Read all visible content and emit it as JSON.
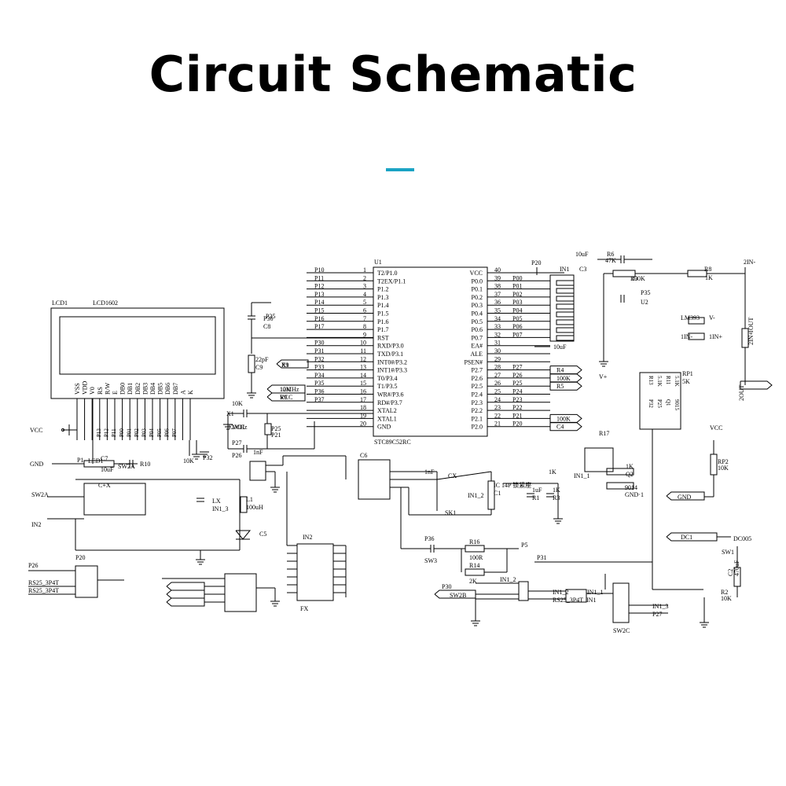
{
  "title": "Circuit Schematic",
  "accent_color": "#1aa3c4",
  "mcu": {
    "ref": "U1",
    "part": "STC89C52RC",
    "left_pins": [
      {
        "num": "1",
        "name": "T2/P1.0",
        "net": "P10"
      },
      {
        "num": "2",
        "name": "T2EX/P1.1",
        "net": "P11"
      },
      {
        "num": "3",
        "name": "P1.2",
        "net": "P12"
      },
      {
        "num": "4",
        "name": "P1.3",
        "net": "P13"
      },
      {
        "num": "5",
        "name": "P1.4",
        "net": "P14"
      },
      {
        "num": "6",
        "name": "P1.5",
        "net": "P15"
      },
      {
        "num": "7",
        "name": "P1.6",
        "net": "P16"
      },
      {
        "num": "8",
        "name": "P1.7",
        "net": "P17"
      },
      {
        "num": "9",
        "name": "RST",
        "net": ""
      },
      {
        "num": "10",
        "name": "RXD/P3.0",
        "net": "P30"
      },
      {
        "num": "11",
        "name": "TXD/P3.1",
        "net": "P31"
      },
      {
        "num": "12",
        "name": "INT0#/P3.2",
        "net": "P32"
      },
      {
        "num": "13",
        "name": "INT1#/P3.3",
        "net": "P33"
      },
      {
        "num": "14",
        "name": "T0/P3.4",
        "net": "P34"
      },
      {
        "num": "15",
        "name": "T1/P3.5",
        "net": "P35"
      },
      {
        "num": "16",
        "name": "WR#/P3.6",
        "net": "P36"
      },
      {
        "num": "17",
        "name": "RD#/P3.7",
        "net": "P37"
      },
      {
        "num": "18",
        "name": "XTAL2",
        "net": ""
      },
      {
        "num": "19",
        "name": "XTAL1",
        "net": ""
      },
      {
        "num": "20",
        "name": "GND",
        "net": ""
      }
    ],
    "right_pins": [
      {
        "num": "40",
        "name": "VCC",
        "net": ""
      },
      {
        "num": "39",
        "name": "P0.0",
        "net": "P00"
      },
      {
        "num": "38",
        "name": "P0.1",
        "net": "P01"
      },
      {
        "num": "37",
        "name": "P0.2",
        "net": "P02"
      },
      {
        "num": "36",
        "name": "P0.3",
        "net": "P03"
      },
      {
        "num": "35",
        "name": "P0.4",
        "net": "P04"
      },
      {
        "num": "34",
        "name": "P0.5",
        "net": "P05"
      },
      {
        "num": "33",
        "name": "P0.6",
        "net": "P06"
      },
      {
        "num": "32",
        "name": "P0.7",
        "net": "P07"
      },
      {
        "num": "31",
        "name": "EA#",
        "net": ""
      },
      {
        "num": "30",
        "name": "ALE",
        "net": ""
      },
      {
        "num": "29",
        "name": "PSEN#",
        "net": ""
      },
      {
        "num": "28",
        "name": "P2.7",
        "net": "P27"
      },
      {
        "num": "27",
        "name": "P2.6",
        "net": "P26"
      },
      {
        "num": "26",
        "name": "P2.5",
        "net": "P25"
      },
      {
        "num": "25",
        "name": "P2.4",
        "net": "P24"
      },
      {
        "num": "24",
        "name": "P2.3",
        "net": "P23"
      },
      {
        "num": "23",
        "name": "P2.2",
        "net": "P22"
      },
      {
        "num": "22",
        "name": "P2.1",
        "net": "P21"
      },
      {
        "num": "21",
        "name": "P2.0",
        "net": "P20"
      }
    ]
  },
  "lcd": {
    "ref": "LCD1",
    "part": "LCD1602",
    "pins": [
      "VSS",
      "VDD",
      "V0",
      "RS",
      "R/W",
      "E",
      "DB0",
      "DB1",
      "DB2",
      "DB3",
      "DB4",
      "DB5",
      "DB6",
      "DB7",
      "A",
      "K"
    ],
    "nets": [
      "P13",
      "P12",
      "P11",
      "P00",
      "P01",
      "P02",
      "P03",
      "P04",
      "P05",
      "P06",
      "P07"
    ]
  },
  "labels": [
    "VCC",
    "GND",
    "C7",
    "10uF",
    "R10",
    "10K",
    "P32",
    "P35",
    "P36",
    "C8",
    "22pF",
    "C9",
    "X1",
    "12MHz",
    "R9",
    "10K",
    "VCC",
    "P27",
    "P26",
    "P25",
    "P21",
    "P20",
    "IN1",
    "C3",
    "10uF",
    "R4",
    "100K",
    "R5",
    "100K",
    "C4",
    "10uF",
    "R6",
    "47K",
    "R3",
    "100K",
    "R8",
    "1K",
    "P35",
    "U2",
    "LM393",
    "V-",
    "1IN-",
    "1IN+",
    "1OUT",
    "2IN+",
    "2IN-",
    "2OUT",
    "V+",
    "RP1",
    "5K",
    "R13",
    "5.1K",
    "R11",
    "5.1K",
    "P32",
    "P25",
    "Q1",
    "9015",
    "R17",
    "1K",
    "Q2",
    "9014",
    "GND·1",
    "VCC",
    "RP2",
    "10K",
    "GND",
    "DC1",
    "DC005",
    "SW1",
    "C2",
    "470uF",
    "R2",
    "10K",
    "LED1",
    "P1",
    "SW2A",
    "IN2",
    "C+X",
    "LX",
    "IN1_3",
    "L1",
    "100uH",
    "C5",
    "1nF",
    "C6",
    "1nF",
    "CX",
    "IN1_2",
    "SK1",
    "IC 14P 锁紧座",
    "C1",
    "1uF",
    "R1",
    "1K",
    "R3",
    "1K",
    "IN1_1",
    "IN2",
    "FX",
    "P36",
    "SW3",
    "R16",
    "100R",
    "R14",
    "2K",
    "P5",
    "P31",
    "P30",
    "SW2B",
    "IN1_2",
    "IN1_2",
    "IN1_1",
    "RS25_3P4T",
    "IN1",
    "SW2C",
    "IN1_3",
    "P27",
    "P20",
    "P26",
    "RS25_3P4T",
    "RS25_3P4T"
  ]
}
